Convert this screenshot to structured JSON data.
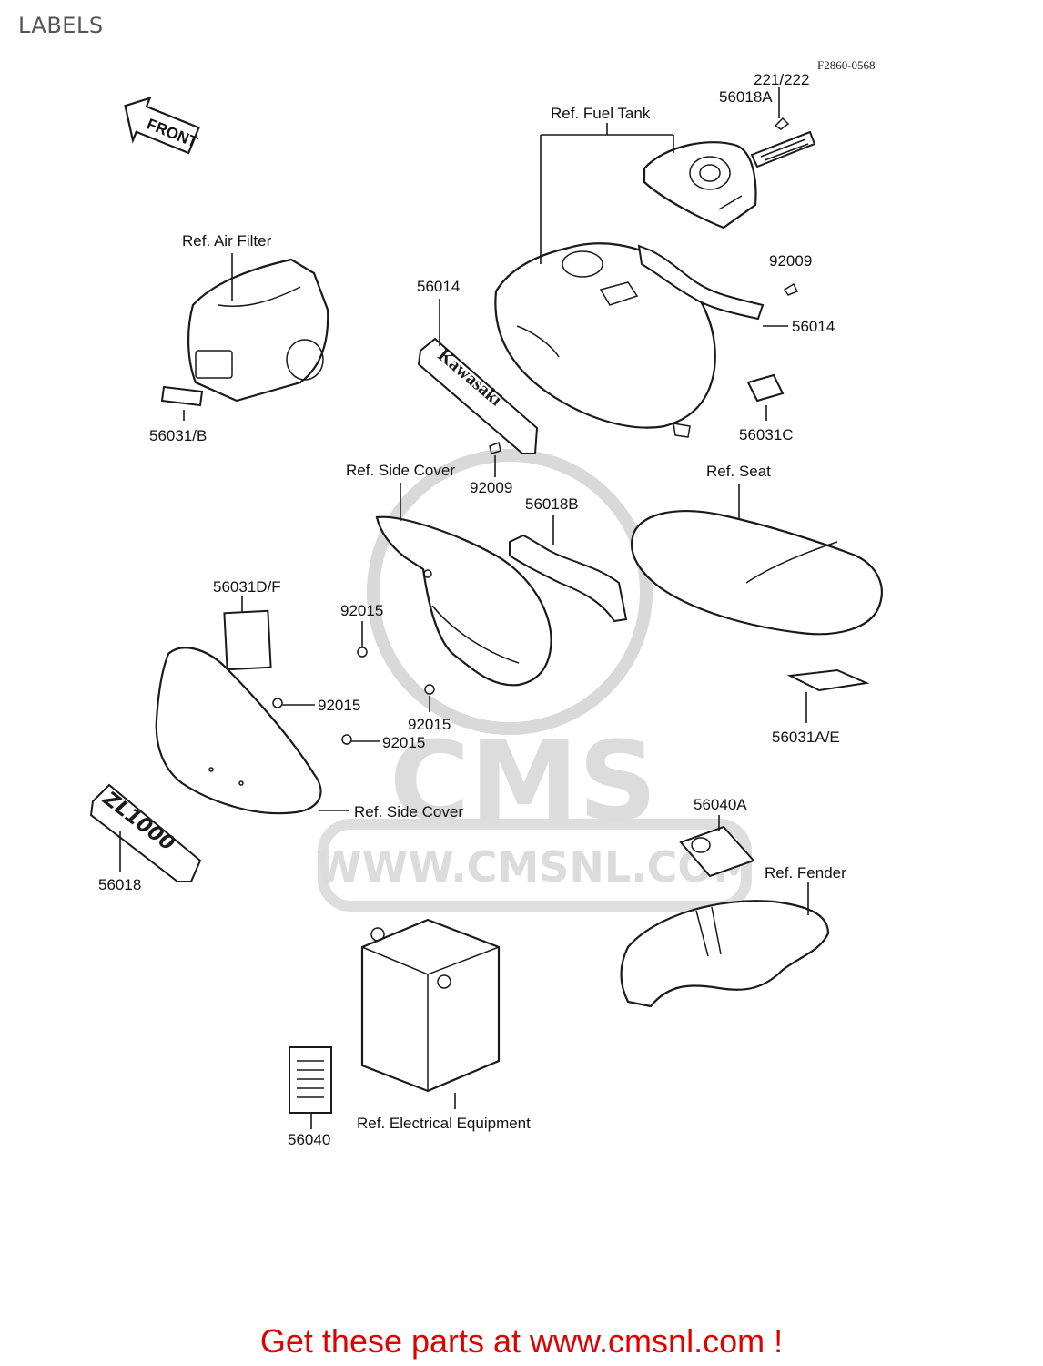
{
  "page": {
    "title": "LABELS",
    "drawing_code": "F2860-0568",
    "footer_text": "Get these parts at www.cmsnl.com !"
  },
  "watermark": {
    "brand": "CMS",
    "url": "WWW.CMSNL.COM"
  },
  "front_arrow": {
    "text": "FRONT"
  },
  "callouts": {
    "ref_fuel_tank": "Ref. Fuel Tank",
    "ref_air_filter": "Ref. Air Filter",
    "ref_side_cover_upper": "Ref. Side Cover",
    "ref_side_cover_lower": "Ref. Side Cover",
    "ref_seat": "Ref. Seat",
    "ref_fender": "Ref. Fender",
    "ref_electrical": "Ref. Electrical Equipment",
    "p_221_222": "221/222",
    "p_56018A": "56018A",
    "p_92009_top": "92009",
    "p_56014_right": "56014",
    "p_56014_left": "56014",
    "p_56031C": "56031C",
    "p_56031B": "56031/B",
    "p_92009_mid": "92009",
    "p_56018B": "56018B",
    "p_56031DF": "56031D/F",
    "p_92015_a": "92015",
    "p_92015_b": "92015",
    "p_92015_c": "92015",
    "p_92015_d": "92015",
    "p_56031AE": "56031A/E",
    "p_56040A": "56040A",
    "p_56018": "56018",
    "p_56040": "56040"
  },
  "decals": {
    "tank_logo": "Kawasaki",
    "badge": "ZL1000"
  }
}
